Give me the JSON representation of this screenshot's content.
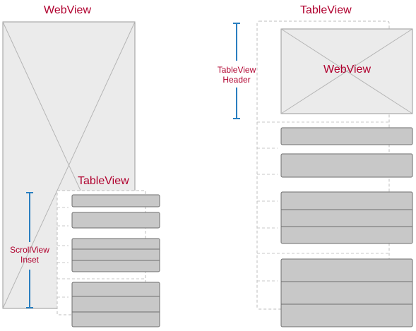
{
  "left_panel": {
    "webview_title": "WebView",
    "tableview_title": "TableView",
    "inset_label_line1": "ScrollView",
    "inset_label_line2": "Inset"
  },
  "right_panel": {
    "tableview_title": "TableView",
    "header_label_line1": "TableView",
    "header_label_line2": "Header",
    "header_webview_title": "WebView"
  },
  "colors": {
    "label": "#b0002e",
    "bracket": "#2a7fc0",
    "cell_fill": "#c8c8c8",
    "webview_fill": "#ebebeb"
  }
}
